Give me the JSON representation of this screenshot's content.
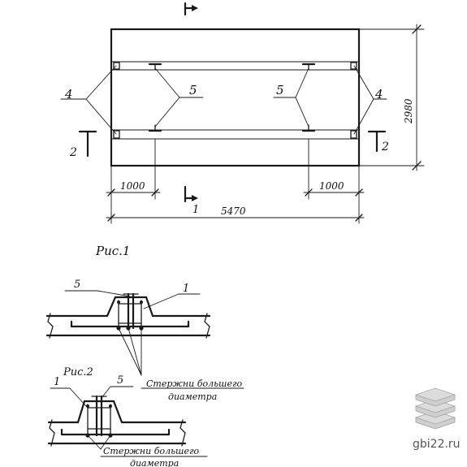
{
  "plan": {
    "dim_width": "5470",
    "dim_height": "2980",
    "dim_left_offset": "1000",
    "dim_right_offset": "1000",
    "callout_4": "4",
    "callout_5": "5",
    "section_1": "1",
    "section_2": "2"
  },
  "figures": {
    "fig1_caption": "Рис.1",
    "fig2_caption": "Рис.2"
  },
  "detail1": {
    "callout_5": "5",
    "callout_1": "1",
    "note_line1": "Стержни большего",
    "note_line2": "диаметра"
  },
  "detail2": {
    "callout_1": "1",
    "callout_5": "5",
    "note_line1": "Стержни большего",
    "note_line2": "диаметра"
  },
  "watermark": {
    "text": "gbi22.ru"
  }
}
